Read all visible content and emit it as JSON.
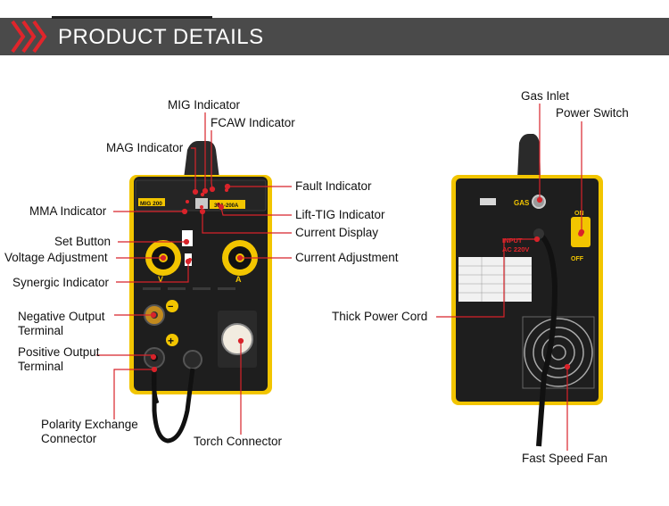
{
  "header": {
    "title": "PRODUCT DETAILS"
  },
  "labels": {
    "mig_indicator": "MIG Indicator",
    "fcaw_indicator": "FCAW Indicator",
    "mag_indicator": "MAG Indicator",
    "fault_indicator": "Fault Indicator",
    "mma_indicator": "MMA Indicator",
    "lift_tig_indicator": "Lift-TIG Indicator",
    "current_display": "Current Display",
    "set_button": "Set Button",
    "voltage_adjustment": "Voltage Adjustment",
    "current_adjustment": "Current Adjustment",
    "synergic_indicator": "Synergic Indicator",
    "negative_output_1": "Negative Output",
    "negative_output_2": "Terminal",
    "positive_output_1": "Positive Output",
    "positive_output_2": "Terminal",
    "polarity_exchange_1": "Polarity Exchange",
    "polarity_exchange_2": "Connector",
    "torch_connector": "Torch Connector",
    "gas_inlet": "Gas Inlet",
    "power_switch": "Power Switch",
    "thick_power_cord": "Thick Power Cord",
    "fast_speed_fan": "Fast Speed Fan"
  },
  "machine": {
    "model": "MIG 200",
    "range": "30A-200A",
    "gas": "GAS",
    "input": "INPUT",
    "voltage": "AC 220V",
    "switch_on": "ON",
    "switch_off": "OFF",
    "plus": "+",
    "minus": "−",
    "knob_v": "V",
    "knob_a": "A"
  },
  "colors": {
    "header_bg": "#4a4a4a",
    "accent_red": "#e0252b",
    "machine_yellow": "#f2c500",
    "panel_dark": "#1e1e1e",
    "leader": "#d8232a"
  }
}
